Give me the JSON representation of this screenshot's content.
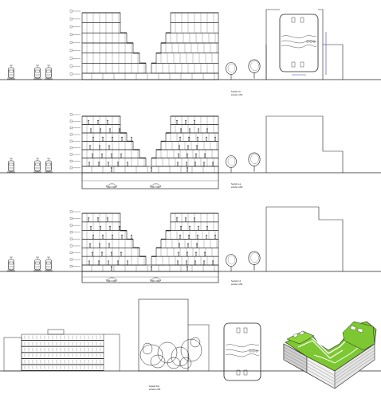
{
  "drawings": {
    "facade": {
      "title": "Façade est",
      "scale": "échelle 1:200"
    },
    "section_a": {
      "title": "Section a-a",
      "scale": "échelle 1:200"
    },
    "section_b": {
      "title": "Section b-b",
      "scale": "échelle 1:200"
    },
    "facade_south": {
      "title": "Façade Sud",
      "scale": "échelle 1:200"
    }
  },
  "colors": {
    "line": "#222222",
    "roof_green": "#7dc832",
    "marker_blue": "#3344aa",
    "wall_grey": "#dddddd"
  }
}
